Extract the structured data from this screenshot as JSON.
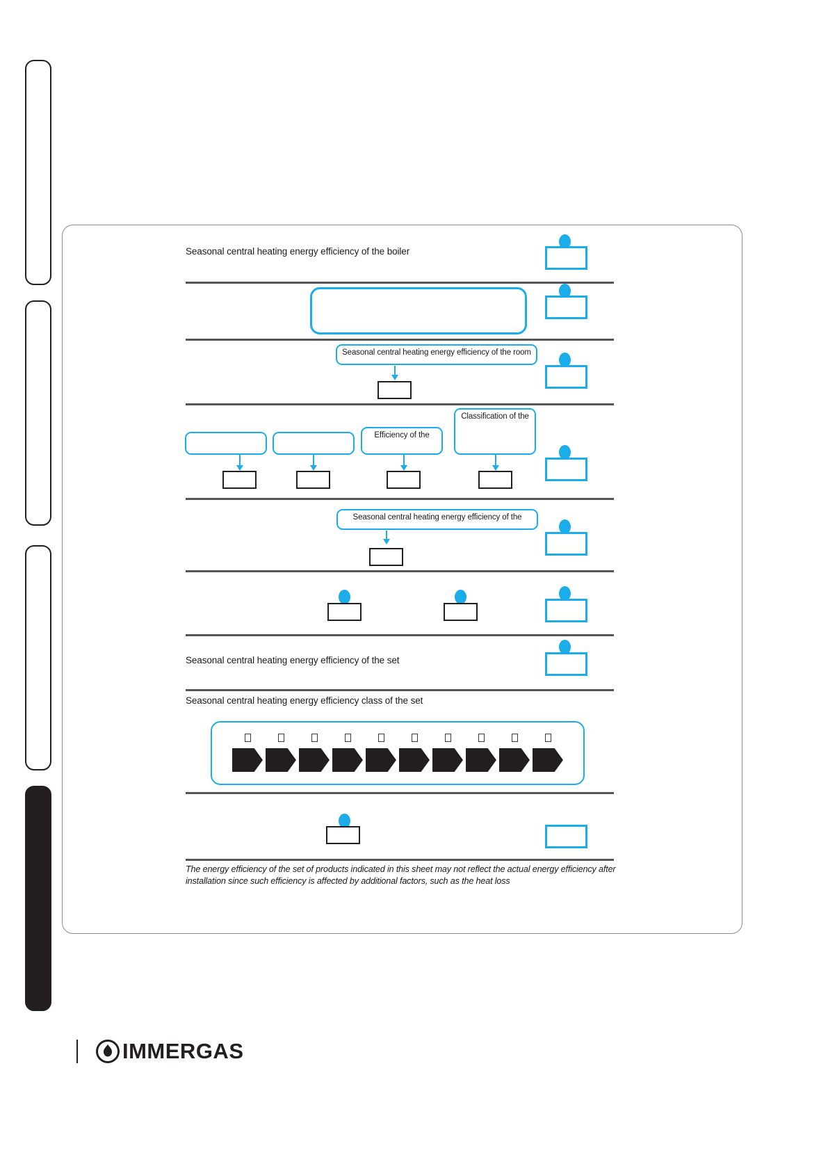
{
  "document": {
    "footnote": "The energy efficiency of the set of products indicated in this sheet may not reflect the actual energy efficiency after installation since such efficiency is affected by additional factors, such as the heat loss",
    "footer_brand": "IMMERGAS"
  },
  "rows": [
    {
      "id": "boiler-seasonal-efficiency",
      "label": "Seasonal central heating energy efficiency of the boiler"
    },
    {
      "id": "empty-large-callout",
      "label": ""
    },
    {
      "id": "room-seasonal-efficiency",
      "label": "Seasonal central heating energy efficiency of the room"
    },
    {
      "id": "four-factor-row",
      "callouts": [
        "",
        "",
        "Efficiency of the",
        "Classification of the"
      ]
    },
    {
      "id": "set-seasonal-efficiency-callout",
      "label": "Seasonal central heating energy efficiency of the"
    },
    {
      "id": "dual-dot-row",
      "label": ""
    },
    {
      "id": "set-seasonal-efficiency",
      "label": "Seasonal central heating energy efficiency of the set"
    },
    {
      "id": "set-efficiency-class",
      "label": "Seasonal central heating energy efficiency class of the set"
    }
  ],
  "energy_class_strip": {
    "count": 10,
    "glyphs": [
      "□",
      "□",
      "□",
      "□",
      "□",
      "□",
      "□",
      "□",
      "□",
      "□"
    ]
  },
  "colors": {
    "accent_blue": "#1badea",
    "rule_grey": "#555555",
    "ink": "#231f20",
    "panel_border": "#8a8a8a"
  }
}
